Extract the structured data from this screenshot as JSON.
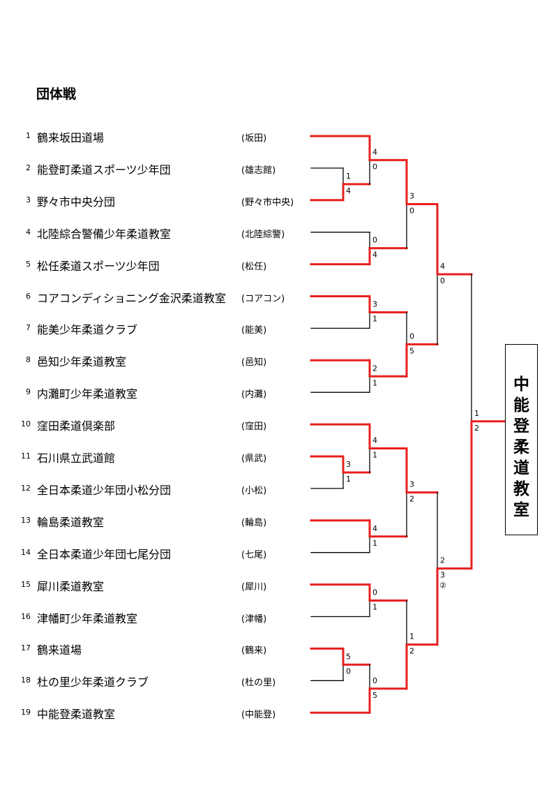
{
  "title": "団体戦",
  "teams": [
    {
      "num": "1",
      "name": "鶴来坂田道場",
      "short": "(坂田)"
    },
    {
      "num": "2",
      "name": "能登町柔道スポーツ少年団",
      "short": "(雄志館)"
    },
    {
      "num": "3",
      "name": "野々市中央分団",
      "short": "(野々市中央)"
    },
    {
      "num": "4",
      "name": "北陸綜合警備少年柔道教室",
      "short": "(北陸綜警)"
    },
    {
      "num": "5",
      "name": "松任柔道スポーツ少年団",
      "short": "(松任)"
    },
    {
      "num": "6",
      "name": "コアコンディショニング金沢柔道教室",
      "short": "(コアコン)"
    },
    {
      "num": "7",
      "name": "能美少年柔道クラブ",
      "short": "(能美)"
    },
    {
      "num": "8",
      "name": "邑知少年柔道教室",
      "short": "(邑知)"
    },
    {
      "num": "9",
      "name": "内灘町少年柔道教室",
      "short": "(内灘)"
    },
    {
      "num": "10",
      "name": "窪田柔道倶楽部",
      "short": "(窪田)"
    },
    {
      "num": "11",
      "name": "石川県立武道館",
      "short": "(県武)"
    },
    {
      "num": "12",
      "name": "全日本柔道少年団小松分団",
      "short": "(小松)"
    },
    {
      "num": "13",
      "name": "輪島柔道教室",
      "short": "(輪島)"
    },
    {
      "num": "14",
      "name": "全日本柔道少年団七尾分団",
      "short": "(七尾)"
    },
    {
      "num": "15",
      "name": "犀川柔道教室",
      "short": "(犀川)"
    },
    {
      "num": "16",
      "name": "津幡町少年柔道教室",
      "short": "(津幡)"
    },
    {
      "num": "17",
      "name": "鶴来道場",
      "short": "(鶴来)"
    },
    {
      "num": "18",
      "name": "杜の里少年柔道クラブ",
      "short": "(杜の里)"
    },
    {
      "num": "19",
      "name": "中能登柔道教室",
      "short": "(中能登)"
    }
  ],
  "champion": "中能登柔道教室",
  "match_marker": "②",
  "colors": {
    "win": "#e8201e",
    "loss": "#000000"
  },
  "scores": [
    "4",
    "0",
    "1",
    "4",
    "3",
    "0",
    "0",
    "4",
    "4",
    "0",
    "3",
    "1",
    "0",
    "5",
    "2",
    "1",
    "4",
    "1",
    "3",
    "1",
    "3",
    "2",
    "4",
    "1",
    "2",
    "3",
    "0",
    "1",
    "2",
    "5",
    "0",
    "0",
    "5",
    "1",
    "2"
  ]
}
